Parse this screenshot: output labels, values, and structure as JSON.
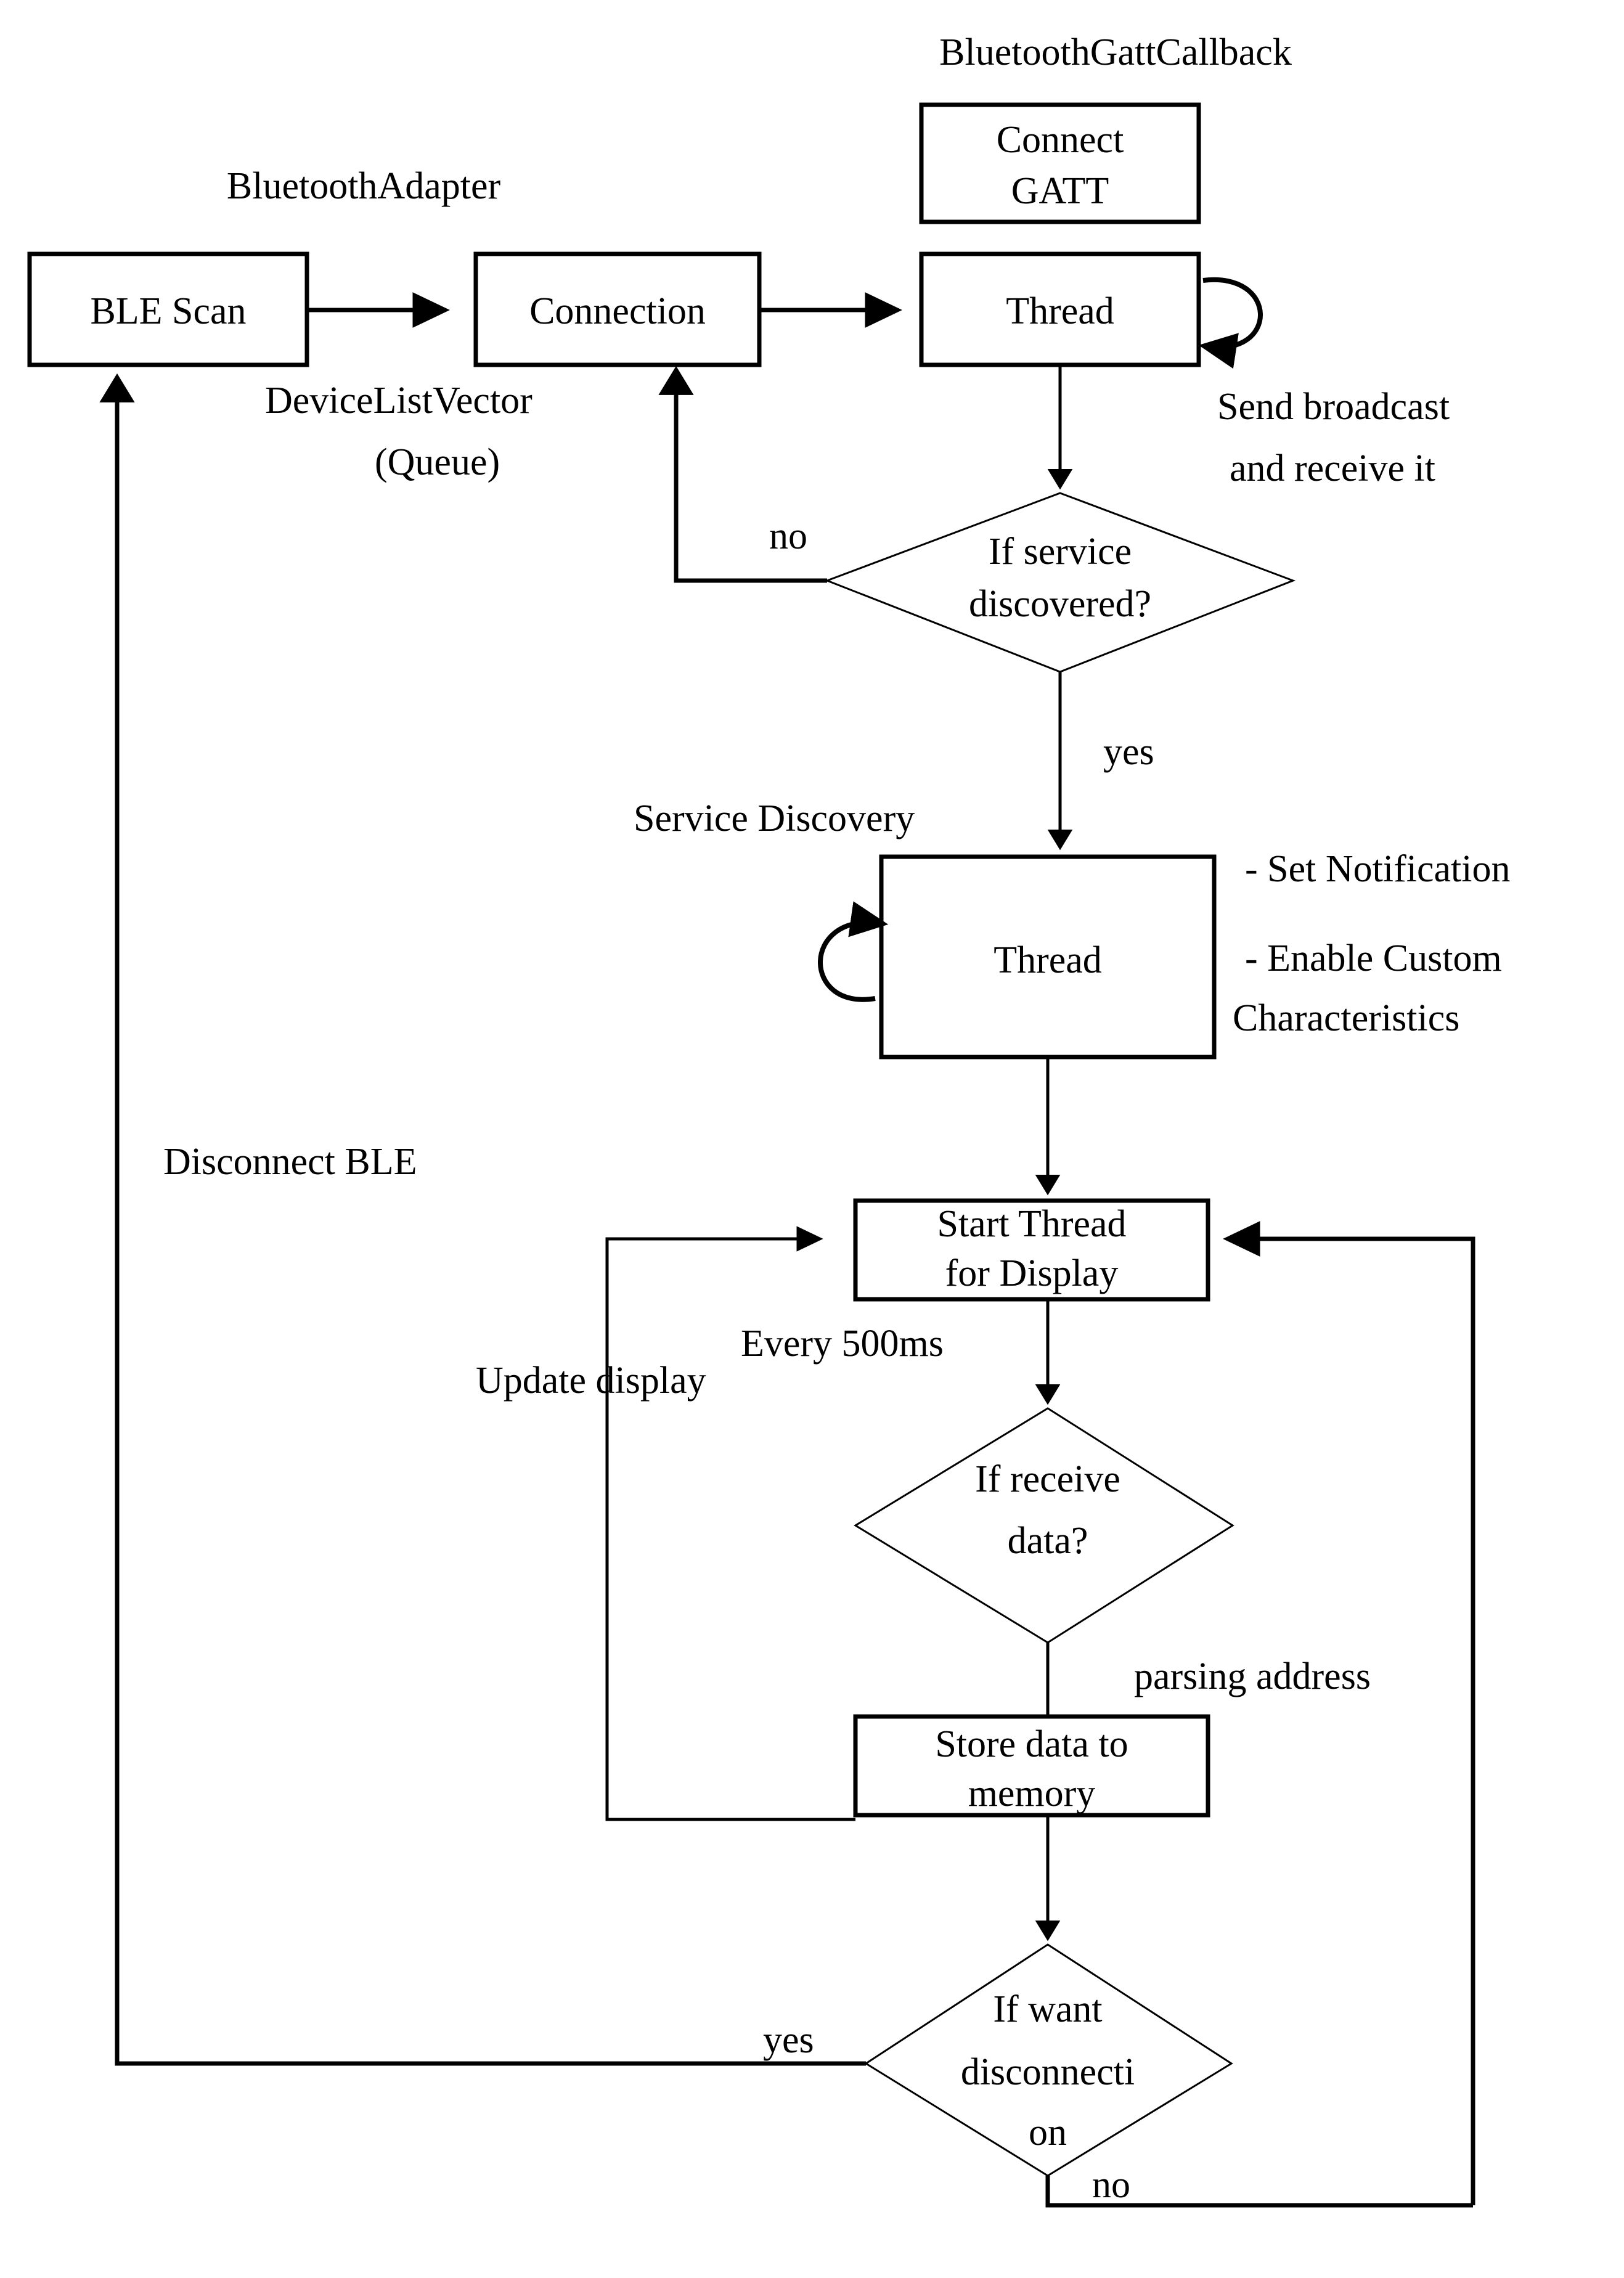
{
  "diagram": {
    "title": "BLE connection and data display flowchart",
    "background_color": "#ffffff",
    "stroke_color": "#000000",
    "group_labels": {
      "bluetooth_adapter": "BluetoothAdapter",
      "bluetooth_gatt_callback": "BluetoothGattCallback"
    },
    "nodes": {
      "ble_scan": "BLE Scan",
      "connection": "Connection",
      "connect_gatt_line1": "Connect",
      "connect_gatt_line2": "GATT",
      "thread_top": "Thread",
      "if_service_line1": "If service",
      "if_service_line2": "discovered?",
      "thread_service": "Thread",
      "start_thread_line1": "Start Thread",
      "start_thread_line2": "for Display",
      "if_receive_line1": "If receive",
      "if_receive_line2": "data?",
      "store_data_line1": "Store data to",
      "store_data_line2": "memory",
      "if_disconnect_line1": "If want",
      "if_disconnect_line2": "disconnecti",
      "if_disconnect_line3": "on"
    },
    "edge_labels": {
      "device_list_vector_line1": "DeviceListVector",
      "device_list_vector_line2": "(Queue)",
      "send_broadcast_line1": "Send broadcast",
      "send_broadcast_line2": "and receive it",
      "service_no": "no",
      "service_yes": "yes",
      "service_discovery": "Service Discovery",
      "set_notification": "- Set Notification",
      "enable_custom_line1": "- Enable Custom",
      "enable_custom_line2": "Characteristics",
      "disconnect_ble": "Disconnect BLE",
      "every_500ms": "Every 500ms",
      "update_display": "Update display",
      "parsing_address": "parsing address",
      "disconnect_yes": "yes",
      "disconnect_no": "no"
    }
  }
}
